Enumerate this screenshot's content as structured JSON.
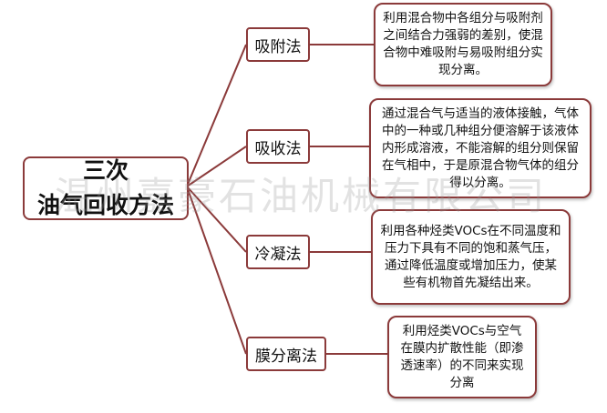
{
  "center": {
    "line1": "三次",
    "line2": "油气回收方法"
  },
  "methods": [
    {
      "name": "吸附法",
      "description": "利用混合物中各组分与吸附剂之间结合力强弱的差别，使混合物中难吸附与易吸附组分实现分离。"
    },
    {
      "name": "吸收法",
      "description": "通过混合气与适当的液体接触，气体中的一种或几种组分便溶解于该液体内形成溶液，不能溶解的组分则保留在气相中，于是原混合物气体的组分得以分离。"
    },
    {
      "name": "冷凝法",
      "description": "利用各种烃类VOCs在不同温度和压力下具有不同的饱和蒸气压，通过降低温度或增加压力，使某些有机物首先凝结出来。"
    },
    {
      "name": "膜分离法",
      "description": "利用烃类VOCs与空气在膜内扩散性能（即渗透速率）的不同来实现分离"
    }
  ],
  "watermark": "温州嘉豪石油机械有限公司",
  "colors": {
    "border": "#8b3a3a"
  }
}
